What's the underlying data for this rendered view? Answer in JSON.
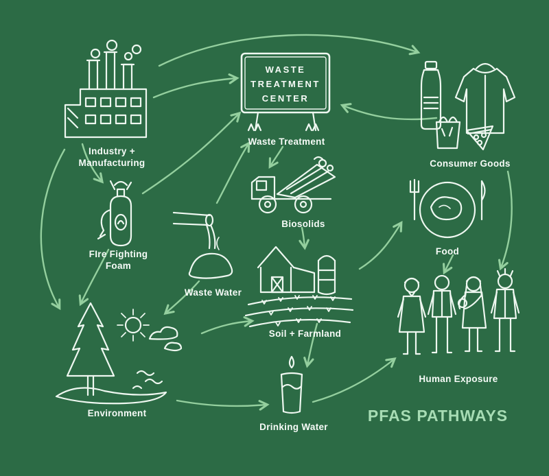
{
  "title": "PFAS PATHWAYS",
  "colors": {
    "background": "#2c6b45",
    "illustration_ink": "#eef7f0",
    "arrow": "#94cf9e",
    "label_text": "#f6fbf7",
    "title_text": "#a7dcb4"
  },
  "nodes": {
    "industry": {
      "label": "Industry +\nManufacturing"
    },
    "waste_treatment_sign": {
      "label": "WASTE\nTREATMENT\nCENTER"
    },
    "waste_treatment": {
      "label": "Waste Treatment"
    },
    "consumer_goods": {
      "label": "Consumer Goods"
    },
    "fire_fighting_foam": {
      "label": "FIre Fighting\nFoam"
    },
    "biosolids": {
      "label": "Biosolids"
    },
    "waste_water": {
      "label": "Waste Water"
    },
    "food": {
      "label": "Food"
    },
    "soil_farmland": {
      "label": "Soil + Farmland"
    },
    "environment": {
      "label": "Environment"
    },
    "drinking_water": {
      "label": "Drinking Water"
    },
    "human_exposure": {
      "label": "Human Exposure"
    }
  },
  "edges": [
    {
      "from": "Industry + Manufacturing",
      "to": "Consumer Goods"
    },
    {
      "from": "Industry + Manufacturing",
      "to": "Waste Treatment"
    },
    {
      "from": "Industry + Manufacturing",
      "to": "FIre Fighting Foam"
    },
    {
      "from": "Industry + Manufacturing",
      "to": "Environment"
    },
    {
      "from": "Consumer Goods",
      "to": "Waste Treatment"
    },
    {
      "from": "Consumer Goods",
      "to": "Human Exposure"
    },
    {
      "from": "FIre Fighting Foam",
      "to": "Waste Treatment"
    },
    {
      "from": "FIre Fighting Foam",
      "to": "Environment"
    },
    {
      "from": "Waste Water",
      "to": "Waste Treatment"
    },
    {
      "from": "Waste Water",
      "to": "Environment"
    },
    {
      "from": "Waste Treatment",
      "to": "Biosolids"
    },
    {
      "from": "Biosolids",
      "to": "Soil + Farmland"
    },
    {
      "from": "Environment",
      "to": "Soil + Farmland"
    },
    {
      "from": "Environment",
      "to": "Drinking Water"
    },
    {
      "from": "Soil + Farmland",
      "to": "Food"
    },
    {
      "from": "Soil + Farmland",
      "to": "Drinking Water"
    },
    {
      "from": "Food",
      "to": "Human Exposure"
    },
    {
      "from": "Drinking Water",
      "to": "Human Exposure"
    }
  ]
}
